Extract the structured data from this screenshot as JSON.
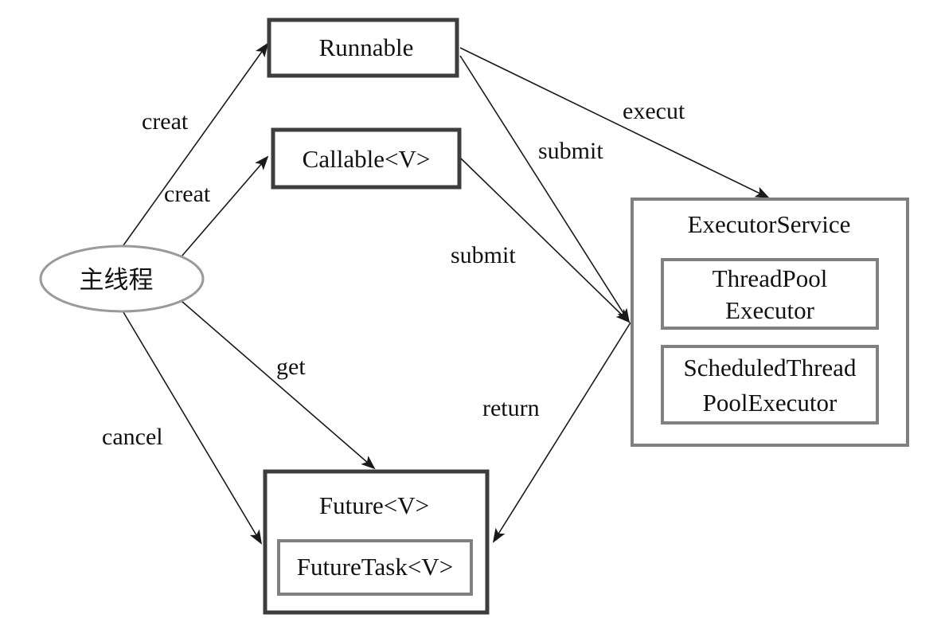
{
  "nodes": {
    "main_thread": "主线程",
    "runnable": "Runnable",
    "callable": "Callable<V>",
    "executor_service": "ExecutorService",
    "thread_pool_executor": [
      "ThreadPool",
      "Executor"
    ],
    "scheduled_thread_pool_executor": [
      "ScheduledThread",
      "PoolExecutor"
    ],
    "future": "Future<V>",
    "future_task": "FutureTask<V>"
  },
  "edges": {
    "creat_runnable": "creat",
    "creat_callable": "creat",
    "execut": "execut",
    "submit_runnable": "submit",
    "submit_callable": "submit",
    "get": "get",
    "cancel": "cancel",
    "return": "return"
  }
}
